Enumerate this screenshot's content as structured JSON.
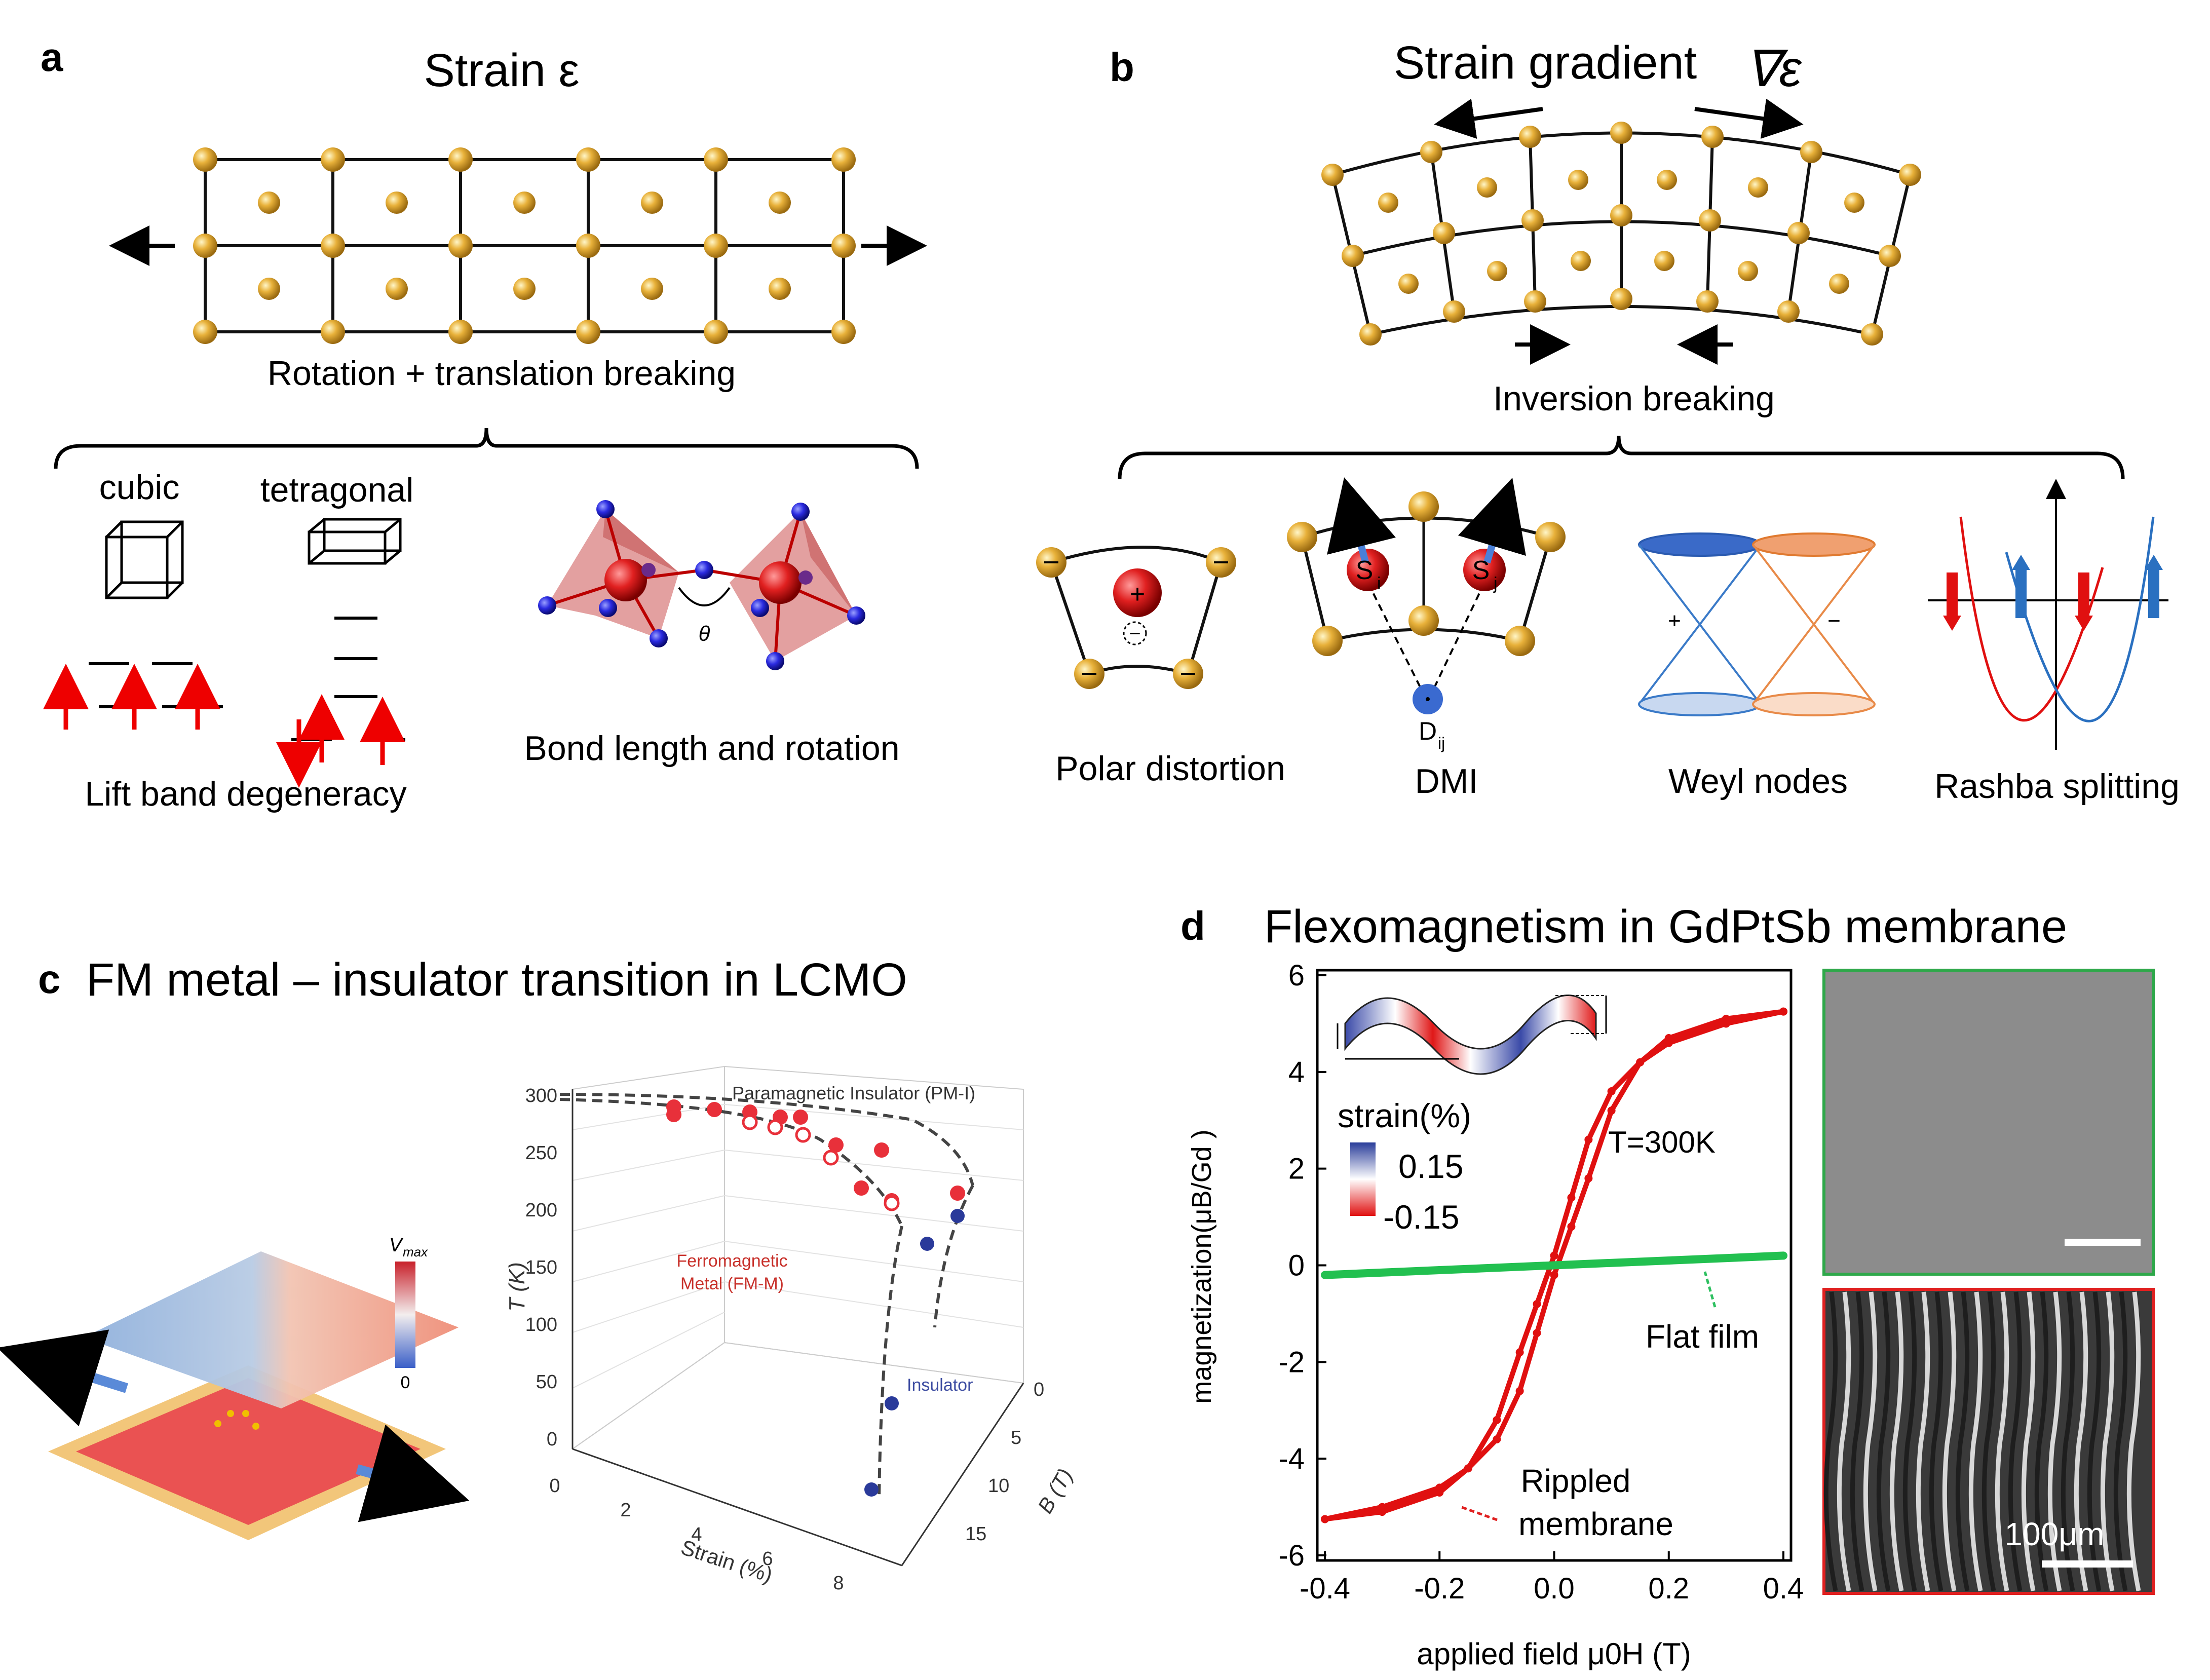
{
  "panel_a": {
    "letter": "a",
    "title": "Strain ε",
    "caption": "Rotation + translation breaking",
    "cubic": "cubic",
    "tetragonal": "tetragonal",
    "lift": "Lift band degeneracy",
    "bond": "Bond length and rotation",
    "theta": "θ"
  },
  "panel_b": {
    "letter": "b",
    "title": "Strain gradient",
    "symbol": "∇ε",
    "caption": "Inversion breaking",
    "polar": "Polar distortion",
    "dmi": "DMI",
    "weyl": "Weyl nodes",
    "rashba": "Rashba splitting",
    "plus": "+",
    "minus": "−",
    "si": "S",
    "si_sub": "i",
    "sj": "S",
    "sj_sub": "j",
    "dij": "D",
    "dij_sub": "ij"
  },
  "panel_c": {
    "letter": "c",
    "title": "FM metal – insulator transition in LCMO",
    "vmax": "V",
    "vmax_sub": "max",
    "zero": "0",
    "pm_label": "Paramagnetic Insulator (PM-I)",
    "fm_label1": "Ferromagnetic",
    "fm_label2": "Metal (FM-M)",
    "ins_label": "Insulator",
    "t_axis": "T (K)",
    "strain_axis": "Strain (%)",
    "b_axis": "B (T)",
    "t_ticks": [
      "300",
      "250",
      "200",
      "150",
      "100",
      "50",
      "0"
    ],
    "strain_ticks": [
      "0",
      "2",
      "4",
      "6",
      "8"
    ],
    "b_ticks": [
      "0",
      "5",
      "10",
      "15"
    ]
  },
  "panel_d": {
    "letter": "d",
    "title": "Flexomagnetism in GdPtSb membrane",
    "temp": "T=300K",
    "strain_title": "strain(%)",
    "strain_hi": "0.15",
    "strain_lo": "-0.15",
    "flat": "Flat film",
    "rippled1": "Rippled",
    "rippled2": "membrane",
    "scale": "100μm",
    "ylabel": "magnetization(μB/Gd )",
    "xlabel": "applied field μ0H (T)",
    "xticks": [
      "-0.4",
      "-0.2",
      "0.0",
      "0.2",
      "0.4"
    ],
    "yticks": [
      "6",
      "4",
      "2",
      "0",
      "-2",
      "-4",
      "-6"
    ]
  },
  "chart_data": {
    "type": "line",
    "xlabel": "applied field μ0H (T)",
    "ylabel": "magnetization(μB/Gd )",
    "xlim": [
      -0.4,
      0.4
    ],
    "ylim": [
      -6,
      6
    ],
    "series": [
      {
        "name": "Rippled membrane (sweep down)",
        "x": [
          0.4,
          0.3,
          0.2,
          0.15,
          0.1,
          0.06,
          0.03,
          0.0,
          -0.03,
          -0.06,
          -0.1,
          -0.15,
          -0.2,
          -0.3,
          -0.4
        ],
        "y": [
          5.25,
          5.1,
          4.7,
          4.2,
          3.2,
          1.8,
          0.8,
          -0.2,
          -1.4,
          -2.6,
          -3.6,
          -4.2,
          -4.6,
          -5.0,
          -5.25
        ]
      },
      {
        "name": "Rippled membrane (sweep up)",
        "x": [
          -0.4,
          -0.3,
          -0.2,
          -0.15,
          -0.1,
          -0.06,
          -0.03,
          0.0,
          0.03,
          0.06,
          0.1,
          0.15,
          0.2,
          0.3,
          0.4
        ],
        "y": [
          -5.25,
          -5.1,
          -4.7,
          -4.2,
          -3.2,
          -1.8,
          -0.8,
          0.2,
          1.4,
          2.6,
          3.6,
          4.2,
          4.6,
          5.0,
          5.25
        ]
      },
      {
        "name": "Flat film",
        "x": [
          -0.4,
          -0.2,
          0.0,
          0.2,
          0.4
        ],
        "y": [
          -0.2,
          -0.1,
          0.0,
          0.1,
          0.2
        ]
      }
    ]
  }
}
